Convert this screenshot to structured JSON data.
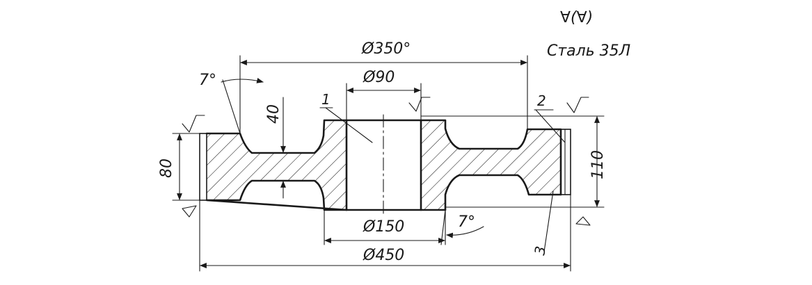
{
  "drawing": {
    "surface_finish": "∀(∀)",
    "material": "Сталь 35Л",
    "dims": {
      "d350": "Ø350°",
      "d90": "Ø90",
      "d150": "Ø150",
      "d450": "Ø450",
      "h40": "40",
      "h80": "80",
      "h110": "110",
      "angle_top": "7°",
      "angle_bottom": "7°"
    },
    "leaders": {
      "l1": "1",
      "l2": "2",
      "l3": "3"
    }
  }
}
